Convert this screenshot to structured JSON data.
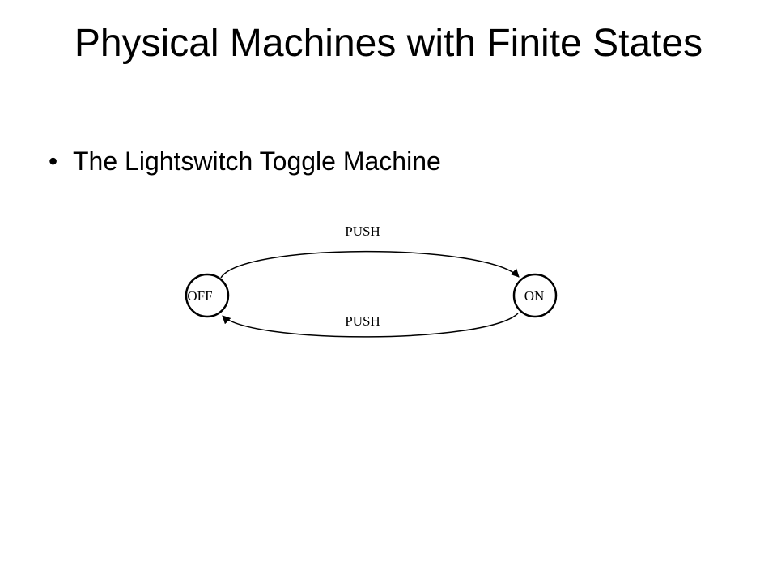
{
  "slide": {
    "title": "Physical Machines with Finite States",
    "bullets": [
      {
        "marker": "•",
        "text": "The Lightswitch Toggle Machine"
      }
    ]
  },
  "diagram": {
    "states": [
      {
        "id": "off",
        "label": "OFF"
      },
      {
        "id": "on",
        "label": "ON"
      }
    ],
    "transitions": [
      {
        "from": "off",
        "to": "on",
        "label": "PUSH"
      },
      {
        "from": "on",
        "to": "off",
        "label": "PUSH"
      }
    ]
  }
}
